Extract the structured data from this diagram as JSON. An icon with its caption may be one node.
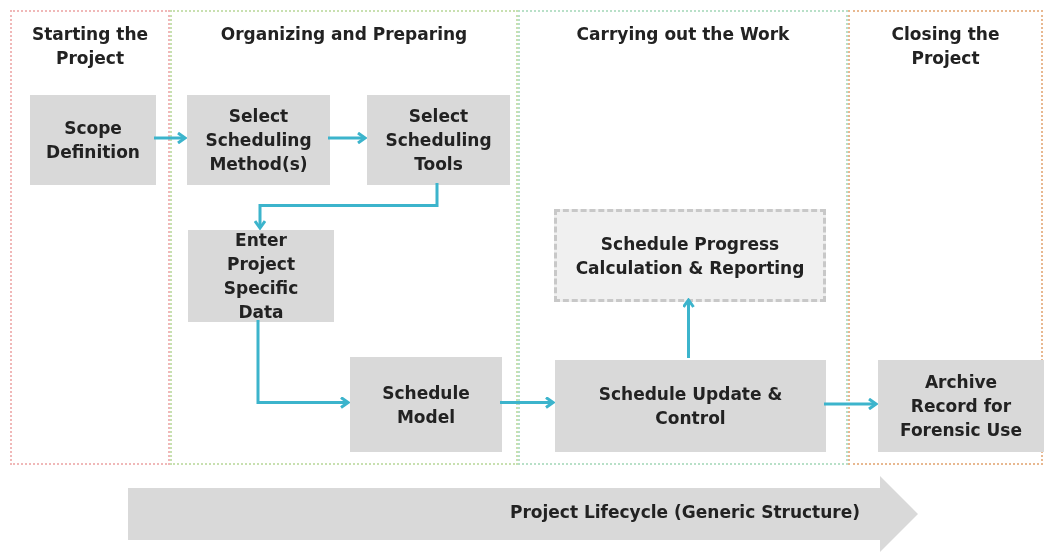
{
  "diagram": {
    "nodes": [
      {
        "text": [
          "Starting the Project"
        ]
      },
      {
        "text": [
          "Organizing and Preparing"
        ]
      },
      {
        "text": [
          "Carrying out the Work"
        ]
      },
      {
        "text": [
          "Closing the Project"
        ]
      },
      {
        "text": [
          "Scope Definition"
        ],
        "in": 0
      },
      {
        "text": [
          "Select Scheduling Method(s)"
        ],
        "in": 1
      },
      {
        "text": [
          "Select Scheduling Tools"
        ],
        "in": 1
      },
      {
        "text": [
          "Enter Project Specific Data"
        ],
        "in": 1
      },
      {
        "text": [
          "Schedule Model"
        ],
        "in": 1
      },
      {
        "text": [
          "Schedule Progress Calculation & Reporting"
        ],
        "in": 2
      },
      {
        "text": [
          "Schedule Update & Control"
        ],
        "in": 2
      },
      {
        "text": [
          "Archive Record for Forensic Use"
        ],
        "in": 3
      },
      {
        "text": [
          "Project Lifecycle (Generic Structure)"
        ]
      }
    ],
    "edges": [
      {
        "from": 4,
        "to": 5,
        "arrow": "to"
      },
      {
        "from": 5,
        "to": 6,
        "arrow": "to"
      },
      {
        "from": 6,
        "to": 7,
        "arrow": "to"
      },
      {
        "from": 7,
        "to": 8,
        "arrow": "to"
      },
      {
        "from": 8,
        "to": 10,
        "arrow": "to"
      },
      {
        "from": 10,
        "to": 9,
        "arrow": "to"
      },
      {
        "from": 10,
        "to": 11,
        "arrow": "to"
      }
    ]
  }
}
